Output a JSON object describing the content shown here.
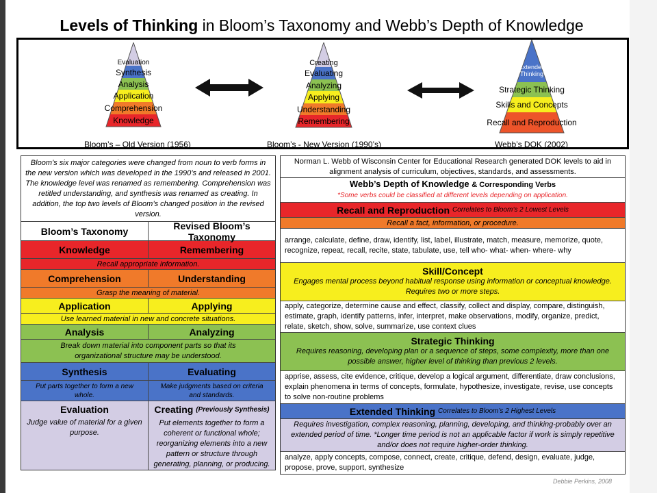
{
  "title": {
    "bold": "Levels of Thinking",
    "rest": " in Bloom’s Taxonomy and Webb’s Depth of Knowledge"
  },
  "pyramids": {
    "old": {
      "caption": "Bloom’s – Old Version (1956)",
      "levels": [
        "Evaluation",
        "Synthesis",
        "Analysis",
        "Application",
        "Comprehension",
        "Knowledge"
      ]
    },
    "new": {
      "caption": "Bloom’s - New Version (1990’s)",
      "levels": [
        "Creating",
        "Evaluating",
        "Analyzing",
        "Applying",
        "Understanding",
        "Remembering"
      ]
    },
    "dok": {
      "caption": "Webb’s DOK (2002)",
      "levels": [
        "Extended Thinking",
        "Strategic Thinking",
        "Skills and Concepts",
        "Recall and Reproduction"
      ]
    }
  },
  "colors": {
    "red": "#e8262a",
    "orange": "#f07a2a",
    "yellow": "#f7ee1e",
    "green": "#8cc152",
    "blue": "#4a73c8",
    "lavender": "#d3cde4"
  },
  "left": {
    "intro": "Bloom’s six major categories were changed from noun to verb forms in the new version which was developed in the 1990’s and released in 2001. The knowledge level was renamed as remembering. Comprehension was retitled understanding, and synthesis was renamed as creating. In addition, the top two levels of Bloom’s changed position in the revised version.",
    "head": {
      "a": "Bloom’s Taxonomy",
      "b": "Revised Bloom’s Taxonomy"
    },
    "k": {
      "a": "Knowledge",
      "b": "Remembering",
      "d": "Recall appropriate information."
    },
    "c": {
      "a": "Comprehension",
      "b": "Understanding",
      "d": "Grasp the meaning of material."
    },
    "ap": {
      "a": "Application",
      "b": "Applying",
      "d": "Use learned material in new and concrete situations."
    },
    "an": {
      "a": "Analysis",
      "b": "Analyzing",
      "d": "Break down material into component parts so that its organizational structure may be understood."
    },
    "s": {
      "a": "Synthesis",
      "b": "Evaluating",
      "da": "Put parts together to form a new whole.",
      "db": "Make judgments based on criteria and standards."
    },
    "e": {
      "a": "Evaluation",
      "b": "Creating",
      "bs": "(Previously Synthesis)",
      "da": "Judge value of material for a given purpose.",
      "db": "Put elements together to form a coherent or functional whole; reorganizing elements into a new pattern or structure through generating, planning, or producing."
    }
  },
  "right": {
    "intro": "Norman L. Webb of Wisconsin Center for Educational Research generated DOK levels to aid in alignment analysis of curriculum, objectives, standards, and assessments.",
    "head": "Webb’s Depth of Knowledge",
    "head_small": "& Corresponding Verbs",
    "note": "*Some verbs could be classified at different levels depending on application.",
    "recall": {
      "t": "Recall and Reproduction",
      "ts": "Correlates to Bloom’s 2 Lowest Levels",
      "d": "Recall a fact, information, or procedure.",
      "v": "arrange, calculate, define, draw, identify, list, label, illustrate, match, measure, memorize, quote, recognize, repeat, recall, recite, state, tabulate, use, tell who- what- when- where- why"
    },
    "skill": {
      "t": "Skill/Concept",
      "d": "Engages mental process beyond habitual response using information or conceptual knowledge. Requires two or more steps.",
      "v": "apply, categorize, determine cause and effect, classify, collect and display, compare, distinguish, estimate, graph, identify patterns, infer, interpret, make observations, modify, organize, predict, relate, sketch, show, solve, summarize, use context clues"
    },
    "strat": {
      "t": "Strategic Thinking",
      "d": "Requires reasoning, developing plan or a sequence of steps, some complexity, more than one possible answer, higher level of thinking than previous 2 levels.",
      "v": "apprise, assess, cite evidence, critique, develop a logical argument, differentiate, draw conclusions, explain phenomena in terms of concepts, formulate, hypothesize, investigate, revise, use concepts to solve non-routine problems"
    },
    "ext": {
      "t": "Extended Thinking",
      "ts": "Correlates to Bloom’s 2 Highest Levels",
      "d": "Requires investigation, complex reasoning, planning, developing, and thinking-probably over an extended period of time. *Longer time period is not an applicable factor if work is simply repetitive and/or does not require higher-order thinking.",
      "v": "analyze, apply concepts, compose, connect, create, critique, defend, design, evaluate, judge, propose, prove, support, synthesize"
    }
  },
  "signature": "Debbie Perkins, 2008"
}
